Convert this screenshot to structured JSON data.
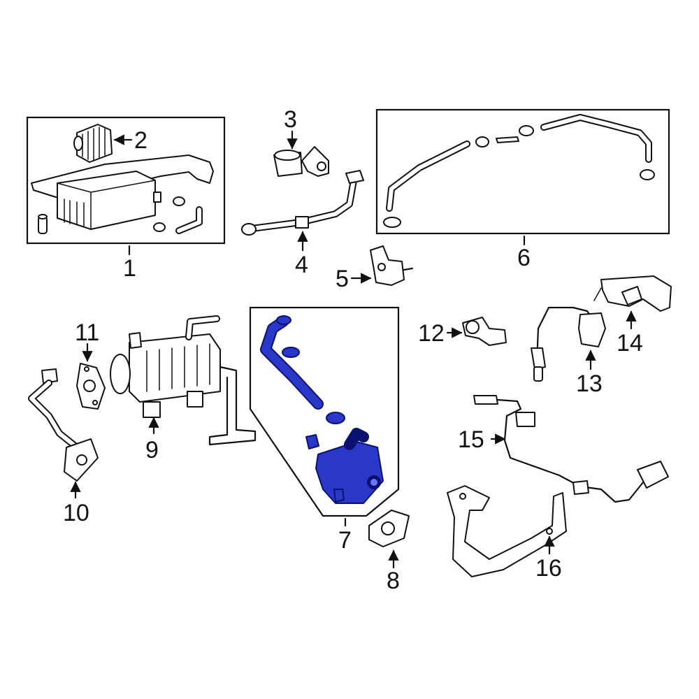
{
  "callouts": {
    "c1": "1",
    "c2": "2",
    "c3": "3",
    "c4": "4",
    "c5": "5",
    "c6": "6",
    "c7": "7",
    "c8": "8",
    "c9": "9",
    "c10": "10",
    "c11": "11",
    "c12": "12",
    "c13": "13",
    "c14": "14",
    "c15": "15",
    "c16": "16"
  },
  "colors": {
    "highlight": "#2a38c8",
    "line": "#111111",
    "background": "#ffffff"
  }
}
